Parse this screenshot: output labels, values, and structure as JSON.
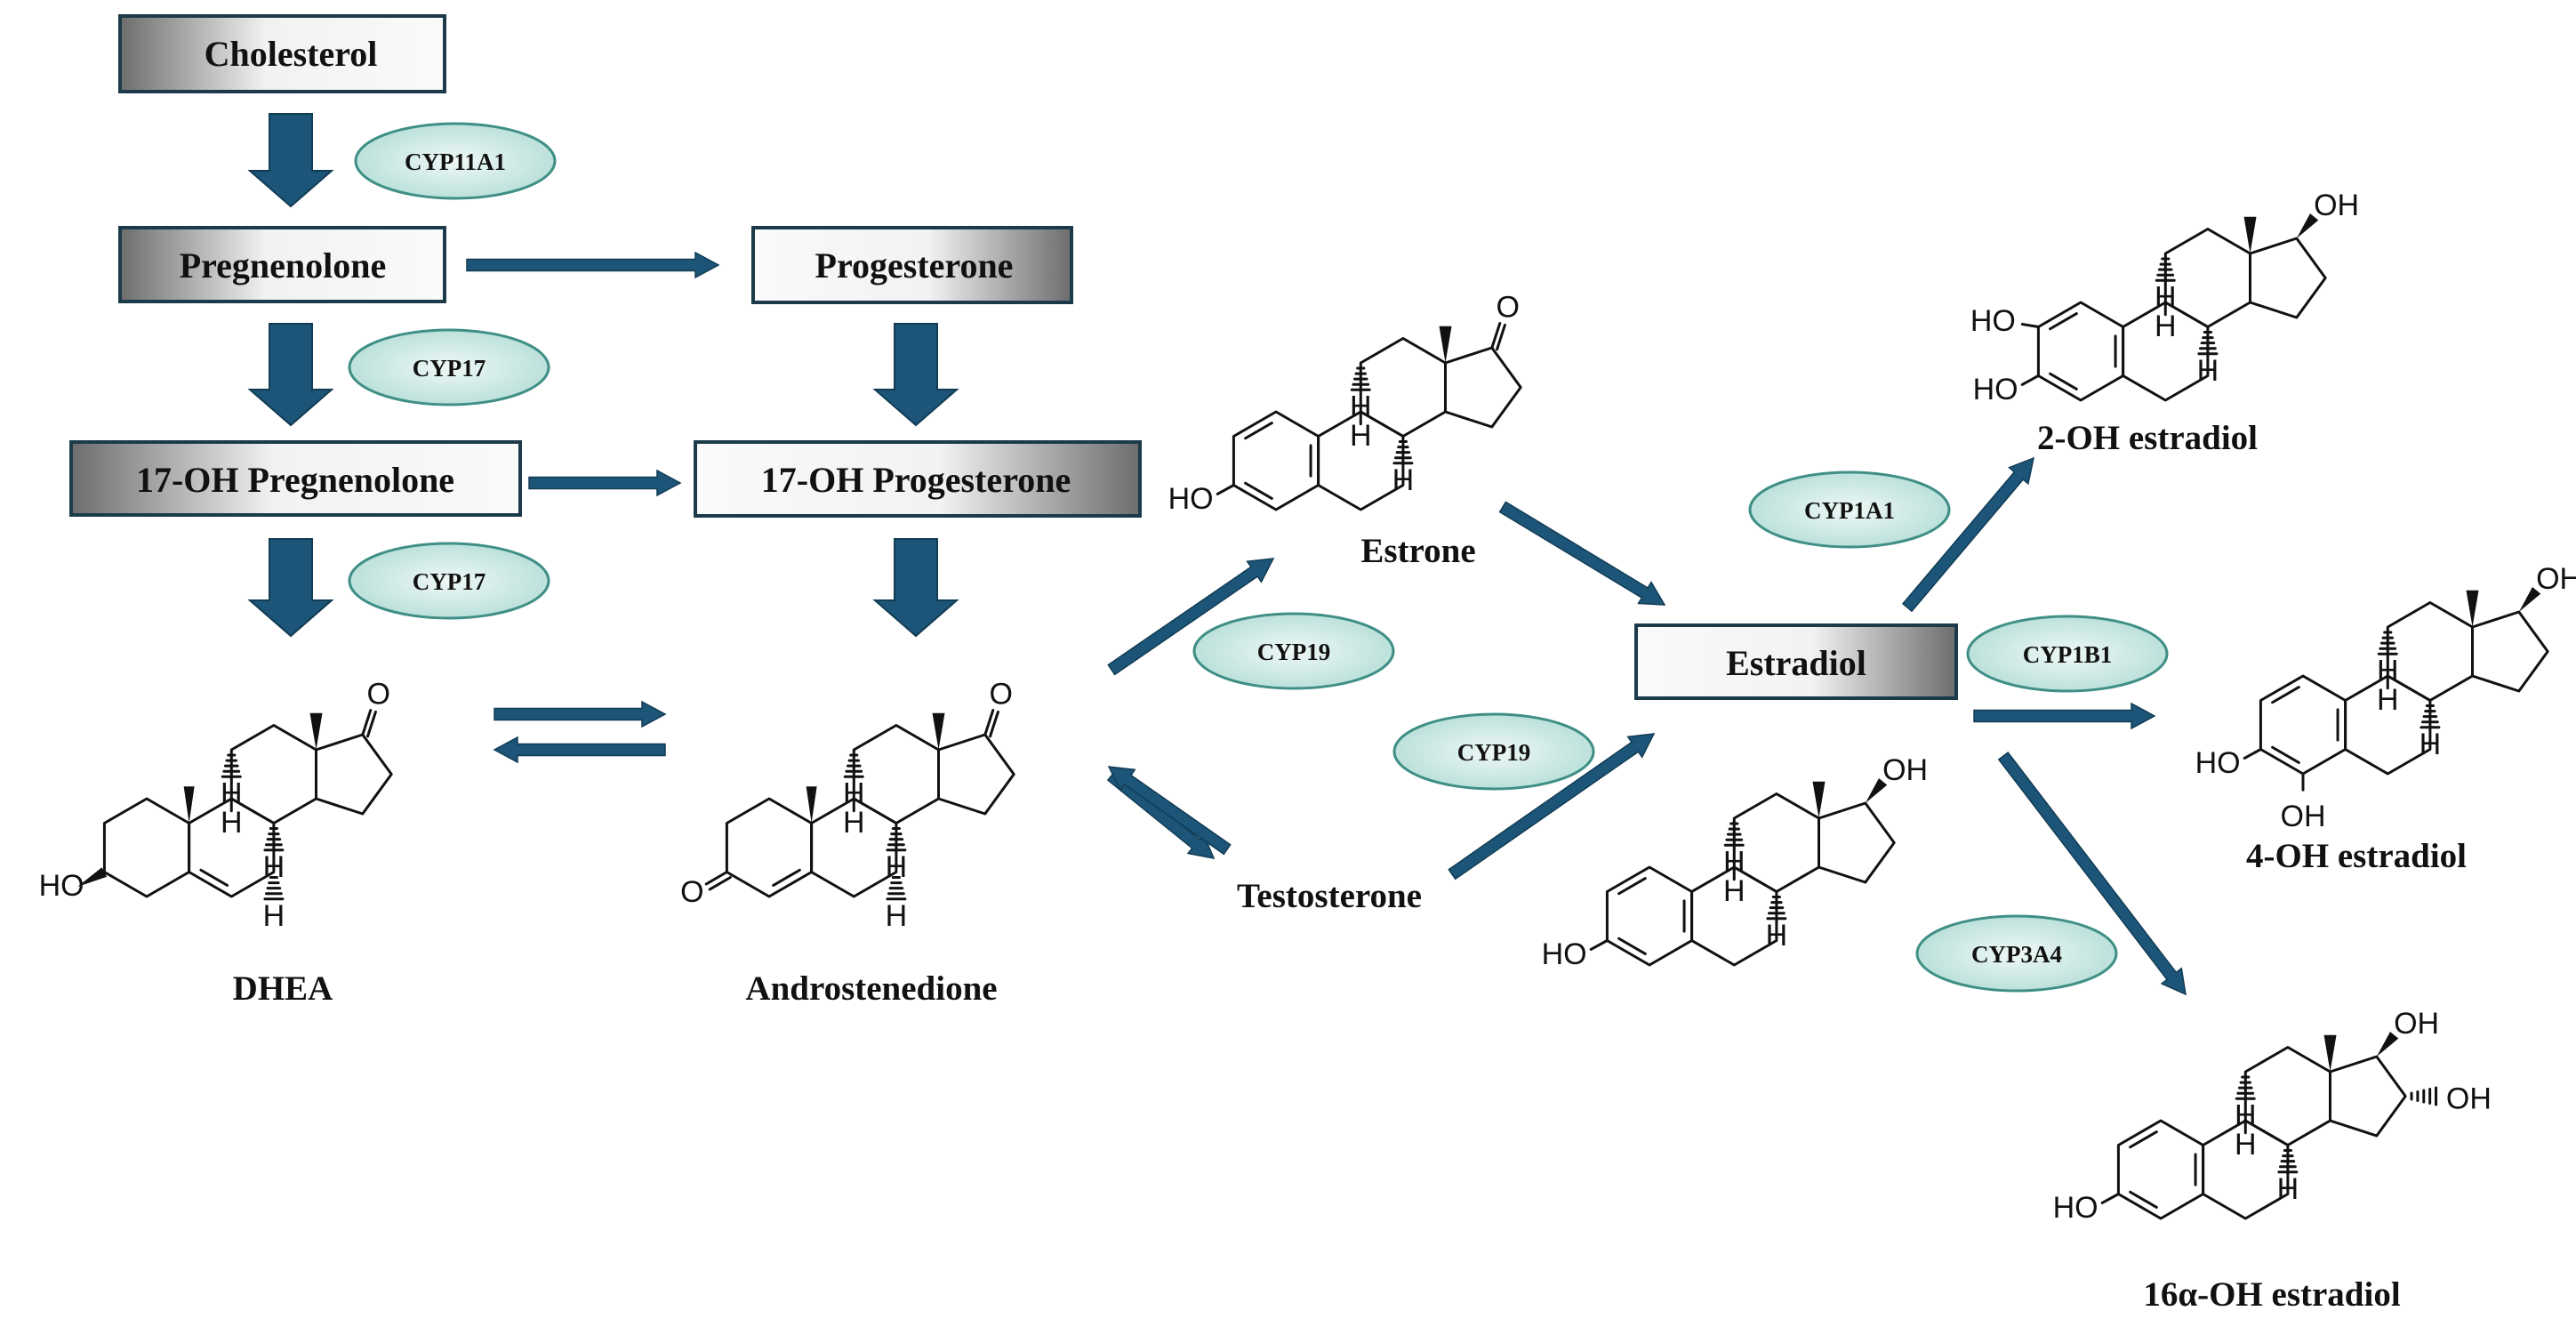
{
  "boxes": {
    "cholesterol": "Cholesterol",
    "pregnenolone": "Pregnenolone",
    "progesterone": "Progesterone",
    "oh17_pregnenolone": "17-OH Pregnenolone",
    "oh17_progesterone": "17-OH Progesterone",
    "estradiol": "Estradiol"
  },
  "enzymes": {
    "cyp11a1": "CYP11A1",
    "cyp17_a": "CYP17",
    "cyp17_b": "CYP17",
    "cyp19_a": "CYP19",
    "cyp19_b": "CYP19",
    "cyp1a1": "CYP1A1",
    "cyp1b1": "CYP1B1",
    "cyp3a4": "CYP3A4"
  },
  "captions": {
    "dhea": "DHEA",
    "androstenedione": "Androstenedione",
    "estrone": "Estrone",
    "testosterone": "Testosterone",
    "oh2_estradiol": "2-OH estradiol",
    "oh4_estradiol": "4-OH estradiol",
    "oh16_estradiol": "16α-OH estradiol"
  },
  "atoms": {
    "O": "O",
    "HO": "HO",
    "OH": "OH",
    "H": "H"
  },
  "colors": {
    "arrow": "#1c5577",
    "enzyme_fill": "#c6e6e2",
    "enzyme_stroke": "#3f8f87",
    "box_stroke": "#1c3b4a",
    "box_gradient_light": "#f4f4f4",
    "box_gradient_dark": "#6d6d6d"
  }
}
